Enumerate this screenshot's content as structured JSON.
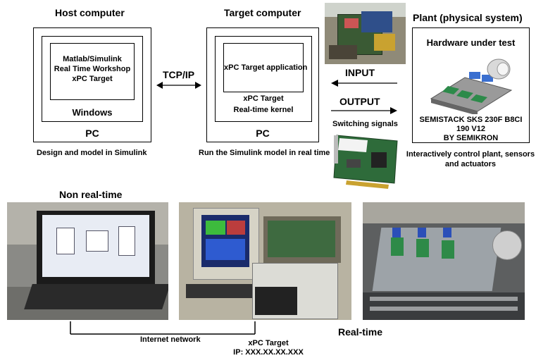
{
  "host": {
    "heading": "Host computer",
    "software_lines": [
      "Matlab/Simulink",
      "Real Time Workshop",
      "xPC Target"
    ],
    "os_label": "Windows",
    "pc_label": "PC",
    "caption": "Design and model in Simulink"
  },
  "link": {
    "protocol": "TCP/IP"
  },
  "target": {
    "heading": "Target computer",
    "app_label": "xPC Target application",
    "kernel_lines": [
      "xPC Target",
      "Real-time kernel"
    ],
    "pc_label": "PC",
    "caption": "Run the Simulink model in real time"
  },
  "io": {
    "input_label": "INPUT",
    "output_label": "OUTPUT",
    "switching_label": "Switching signals"
  },
  "plant": {
    "heading": "Plant (physical system)",
    "hut_label": "Hardware under test",
    "device_lines": [
      "SEMISTACK SKS 230F B8CI",
      "190 V12",
      "BY SEMIKRON"
    ],
    "caption_lines": [
      "Interactively control plant, sensors",
      "and actuators"
    ]
  },
  "bottom": {
    "non_real_time": "Non real-time",
    "real_time": "Real-time",
    "network_label": "Internet network",
    "xpc_lines": [
      "xPC Target",
      "IP: XXX.XX.XX.XXX"
    ]
  },
  "photos": {
    "laptop": "laptop-photo",
    "target_pc": "target-pc-photo",
    "rig": "test-rig-photo",
    "board": "io-board-photo",
    "daq": "daq-card-photo"
  }
}
